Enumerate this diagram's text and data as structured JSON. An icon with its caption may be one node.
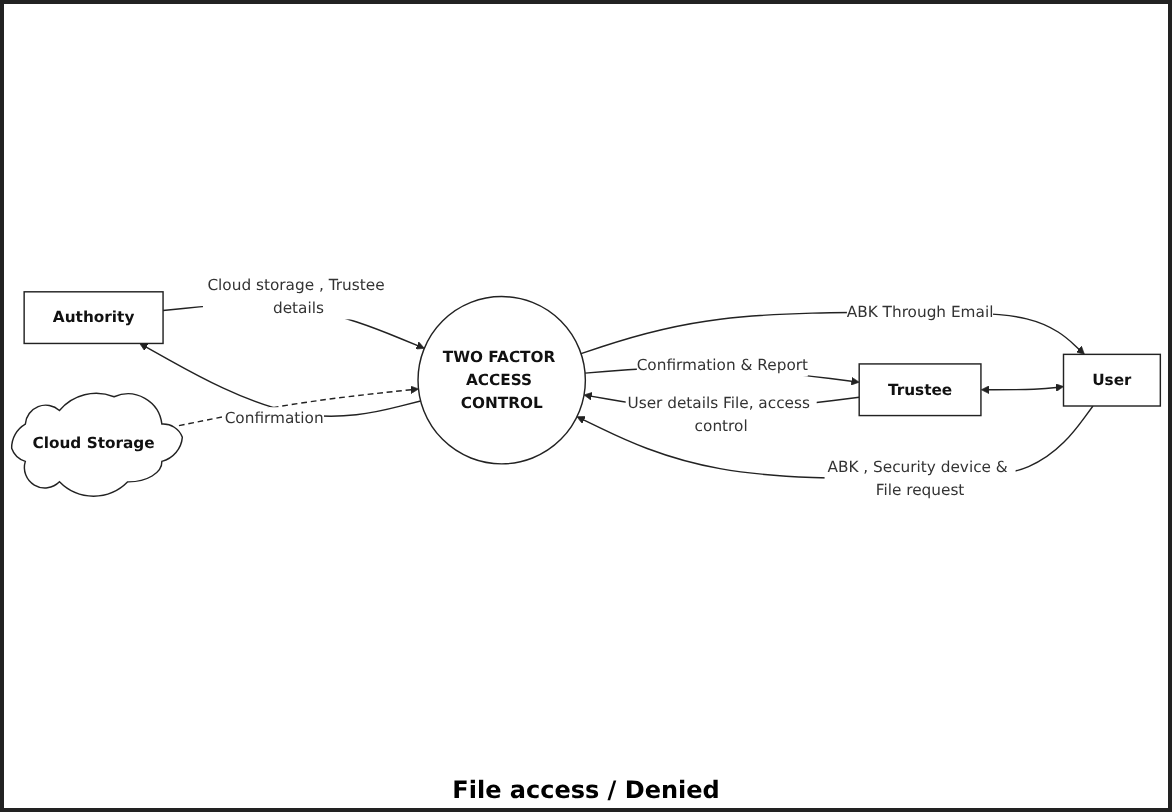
{
  "diagram": {
    "nodes": [
      {
        "text": [
          "Authority"
        ]
      },
      {
        "text": [
          "Cloud Storage"
        ]
      },
      {
        "text": [
          "TWO FACTOR ACCESS CONTROL"
        ]
      },
      {
        "text": [
          "Trustee"
        ]
      },
      {
        "text": [
          "User"
        ]
      }
    ],
    "edges": [
      {
        "from": 2,
        "to": 0,
        "arrow": "to",
        "label": "Confirmation"
      },
      {
        "from": 0,
        "to": 2,
        "arrow": "to",
        "label": "Cloud storage , Trustee details"
      },
      {
        "from": 3,
        "to": 2,
        "arrow": "to",
        "label": "User details File, access control"
      },
      {
        "from": 1,
        "to": 2,
        "arrow": "to",
        "style": "dashed"
      },
      {
        "from": 2,
        "to": 4,
        "arrow": "to",
        "label": "ABK Through Email"
      },
      {
        "from": 2,
        "to": 3,
        "arrow": "to",
        "label": "Confirmation & Report"
      },
      {
        "from": 4,
        "to": 2,
        "arrow": "to",
        "label": "ABK , Security device & File request"
      },
      {
        "from": 3,
        "to": 4,
        "arrow": "both"
      }
    ],
    "labels": [
      "File access / Denied"
    ]
  }
}
